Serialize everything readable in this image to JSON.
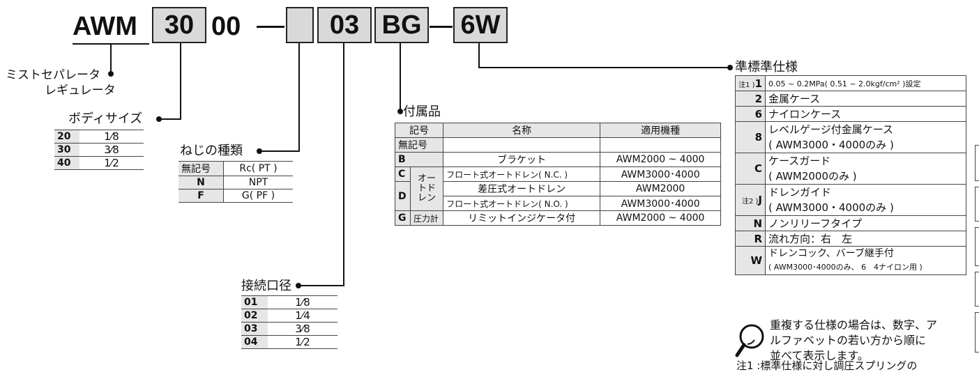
{
  "model": {
    "prefix": "AWM",
    "body": "30",
    "fixed": "00",
    "dash": "—",
    "thread": "",
    "port": "03",
    "accessory": "BG",
    "option": "6W"
  },
  "separator_label": {
    "line1": "ミストセパレータ",
    "line2": "レギュレータ"
  },
  "body_size": {
    "title": "ボディサイズ",
    "rows": [
      {
        "code": "20",
        "size": "1⁄8"
      },
      {
        "code": "30",
        "size": "3⁄8"
      },
      {
        "code": "40",
        "size": "1⁄2"
      }
    ]
  },
  "thread_type": {
    "title": "ねじの種類",
    "rows": [
      {
        "code": "無記号",
        "value": "Rc( PT )"
      },
      {
        "code": "N",
        "value": "NPT"
      },
      {
        "code": "F",
        "value": "G( PF )"
      }
    ]
  },
  "port_size": {
    "title": "接続口径",
    "rows": [
      {
        "code": "01",
        "size": "1⁄8"
      },
      {
        "code": "02",
        "size": "1⁄4"
      },
      {
        "code": "03",
        "size": "3⁄8"
      },
      {
        "code": "04",
        "size": "1⁄2"
      }
    ]
  },
  "accessories": {
    "title": "付属品",
    "headers": [
      "記号",
      "名称",
      "適用機種"
    ],
    "none_label": "無記号",
    "drain_group": "オートドレン",
    "rows": [
      {
        "code": "B",
        "name": "ブラケット",
        "models": "AWM2000 ~ 4000"
      },
      {
        "code": "C",
        "name": "フロート式オートドレン( N.C. )",
        "models": "AWM3000･4000"
      },
      {
        "code": "D",
        "name": "差圧式オートドレン",
        "models": "AWM2000"
      },
      {
        "code": "",
        "name": "フロート式オートドレン( N.O. )",
        "models": "AWM3000･4000"
      },
      {
        "code": "G",
        "group": "圧力計",
        "name": "リミットインジケータ付",
        "models": "AWM2000 ~ 4000"
      }
    ]
  },
  "options": {
    "title": "準標準仕様",
    "rows": [
      {
        "note": "注1 )",
        "code": "1",
        "text": "0.05 ~ 0.2MPa( 0.51 ~ 2.0kgf/cm² )設定"
      },
      {
        "note": "",
        "code": "2",
        "text": "金属ケース"
      },
      {
        "note": "",
        "code": "6",
        "text": "ナイロンケース"
      },
      {
        "note": "",
        "code": "8",
        "text": "レベルゲージ付金属ケース",
        "text2": "( AWM3000・4000のみ )"
      },
      {
        "note": "",
        "code": "C",
        "text": "ケースガード",
        "text2": "( AWM2000のみ )"
      },
      {
        "note": "注2 )",
        "code": "J",
        "text": "ドレンガイド",
        "text2": "( AWM3000・4000のみ )"
      },
      {
        "note": "",
        "code": "N",
        "text": "ノンリリーフタイプ"
      },
      {
        "note": "",
        "code": "R",
        "text": "流れ方向：右　左"
      },
      {
        "note": "",
        "code": "W",
        "text": "ドレンコック、バーブ継手付",
        "text2": "( AWM3000･4000のみ、 6　4ナイロン用 )"
      }
    ]
  },
  "hint": {
    "line1": "重複する仕様の場合は、数字、ア",
    "line2": "ルファベットの若い方から順に",
    "line3": "並べて表示します。"
  },
  "footnote": "注1 :標準仕様に対し調圧スプリングの"
}
